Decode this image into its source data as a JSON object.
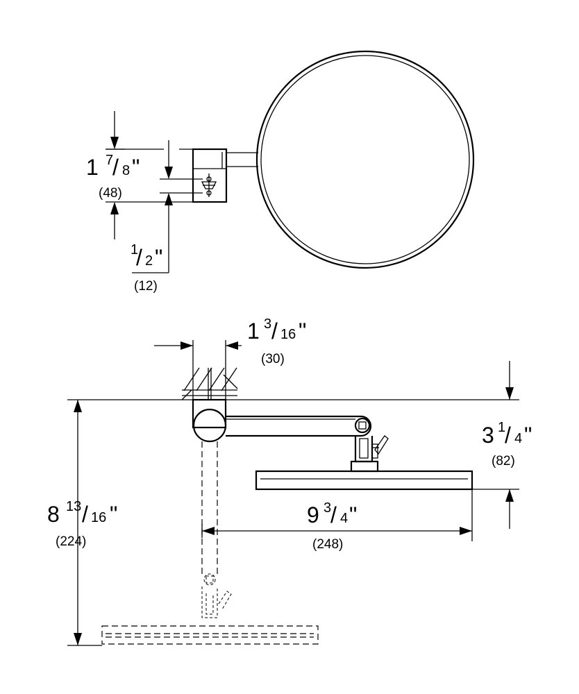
{
  "dimensions": {
    "bracket_height": {
      "whole": "1",
      "numerator": "7",
      "denominator": "8",
      "unit": "\"",
      "metric": "(48)"
    },
    "offset": {
      "numerator": "1",
      "denominator": "2",
      "unit": "\"",
      "metric": "(12)"
    },
    "wall_width": {
      "whole": "1",
      "numerator": "3",
      "denominator": "16",
      "unit": "\"",
      "metric": "(30)"
    },
    "arm_drop": {
      "whole": "3",
      "numerator": "1",
      "denominator": "4",
      "unit": "\"",
      "metric": "(82)"
    },
    "total_height": {
      "whole": "8",
      "numerator": "13",
      "denominator": "16",
      "unit": "\"",
      "metric": "(224)"
    },
    "projection": {
      "whole": "9",
      "numerator": "3",
      "denominator": "4",
      "unit": "\"",
      "metric": "(248)"
    }
  },
  "colors": {
    "line": "#000000",
    "background": "#ffffff"
  }
}
